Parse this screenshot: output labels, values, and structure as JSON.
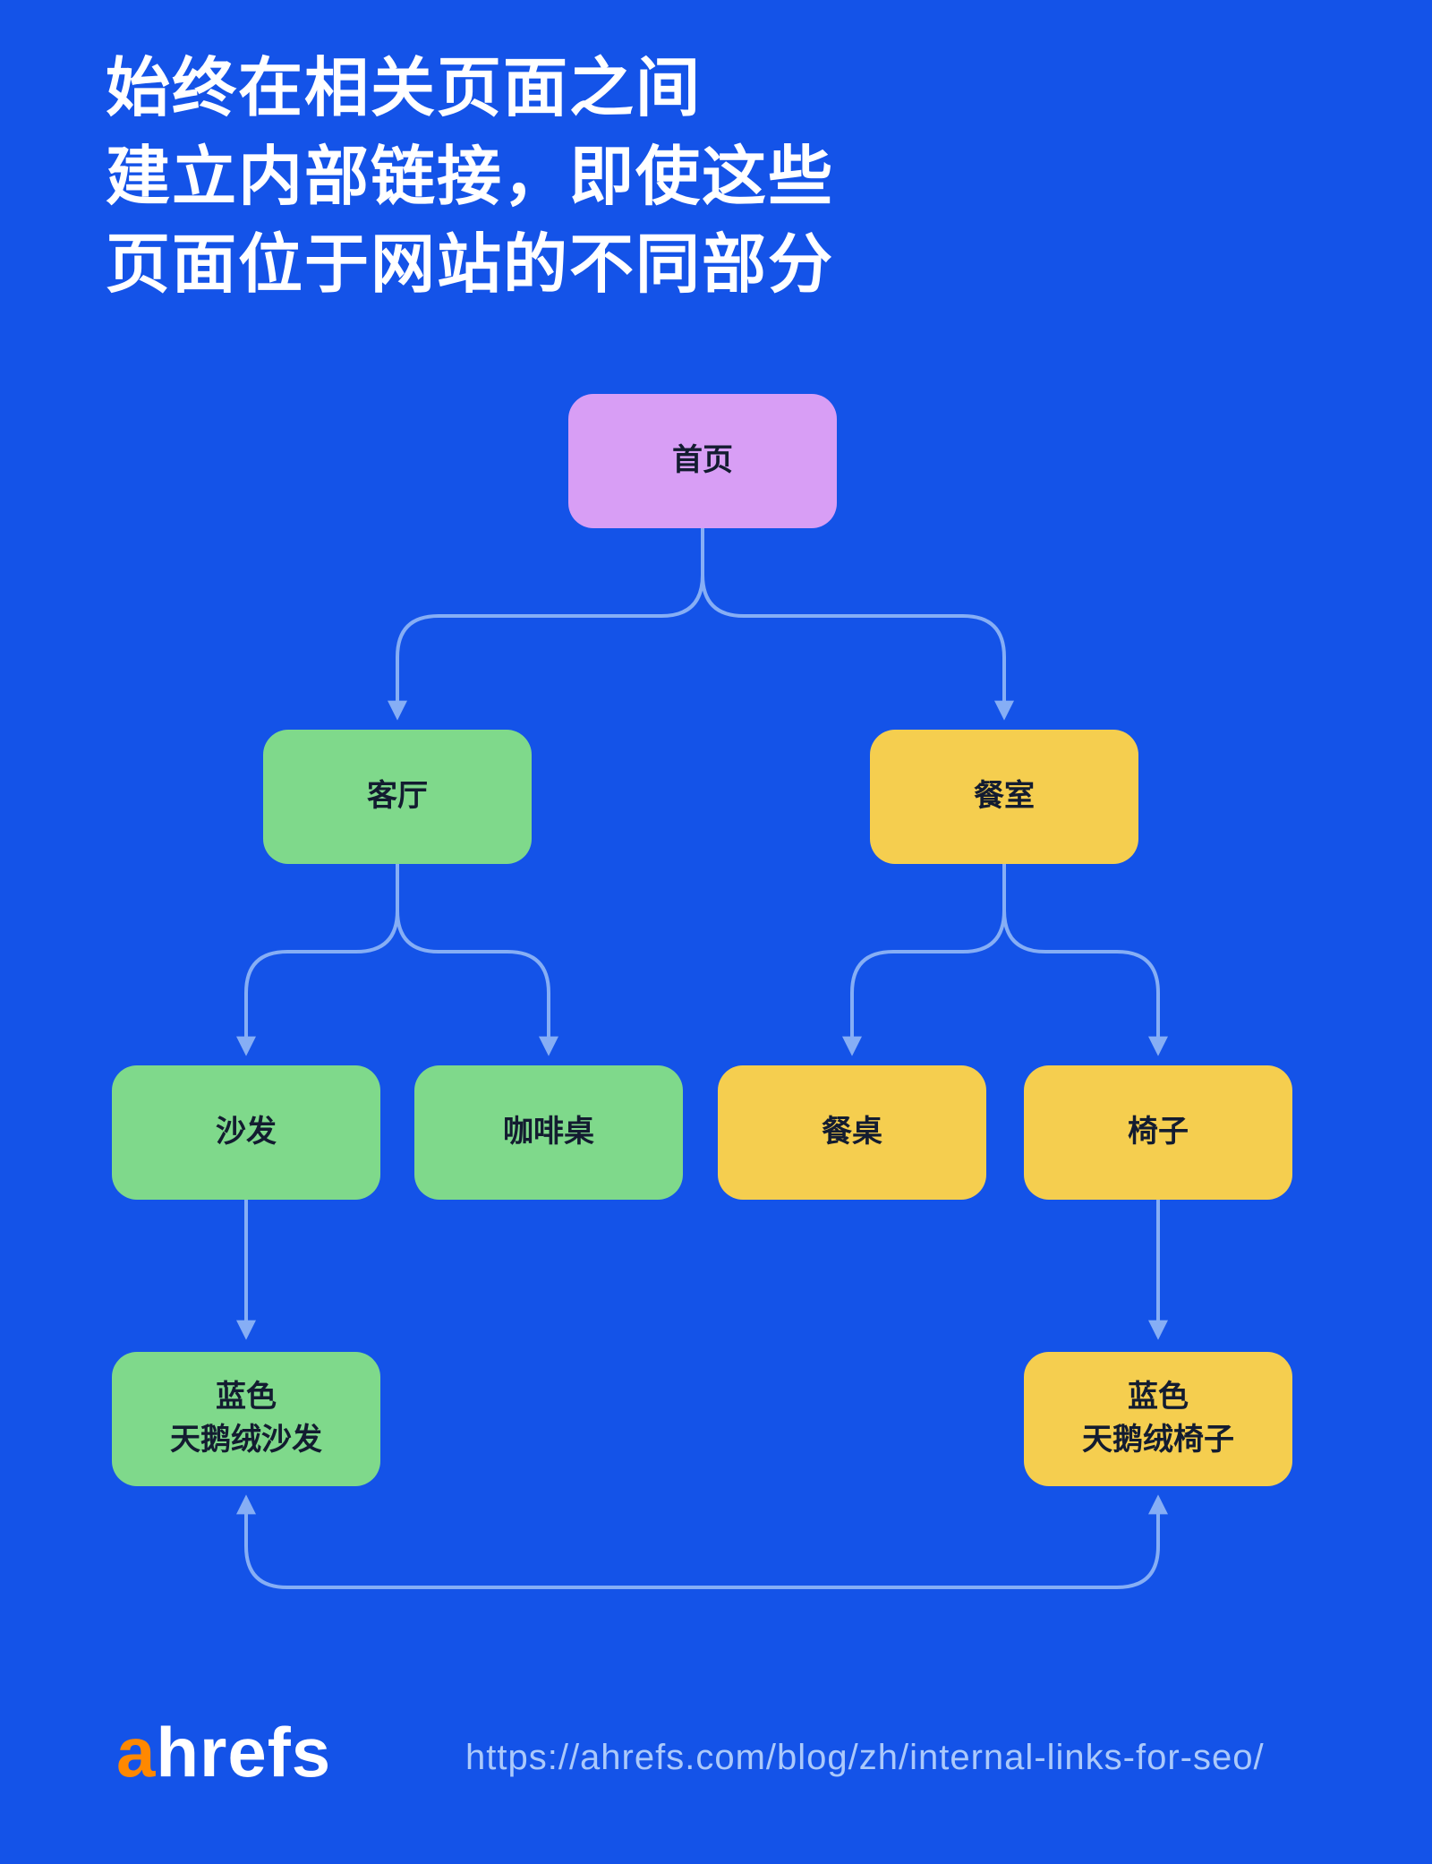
{
  "title": {
    "line1": "始终在相关页面之间",
    "line2": "建立内部链接，即使这些",
    "line3": "页面位于网站的不同部分"
  },
  "diagram": {
    "nodes": {
      "homepage": {
        "label": "首页"
      },
      "living_room": {
        "label": "客厅"
      },
      "dining_room": {
        "label": "餐室"
      },
      "sofa": {
        "label": "沙发"
      },
      "coffee_table": {
        "label": "咖啡桌"
      },
      "dining_table": {
        "label": "餐桌"
      },
      "chair": {
        "label": "椅子"
      },
      "blue_velvet_sofa": {
        "line1": "蓝色",
        "line2": "天鹅绒沙发"
      },
      "blue_velvet_chair": {
        "line1": "蓝色",
        "line2": "天鹅绒椅子"
      }
    },
    "edges": [
      {
        "from": "首页",
        "to": "客厅"
      },
      {
        "from": "首页",
        "to": "餐室"
      },
      {
        "from": "客厅",
        "to": "沙发"
      },
      {
        "from": "客厅",
        "to": "咖啡桌"
      },
      {
        "from": "餐室",
        "to": "餐桌"
      },
      {
        "from": "餐室",
        "to": "椅子"
      },
      {
        "from": "沙发",
        "to": "蓝色天鹅绒沙发"
      },
      {
        "from": "椅子",
        "to": "蓝色天鹅绒椅子"
      },
      {
        "from": "蓝色天鹅绒沙发",
        "to": "蓝色天鹅绒椅子",
        "bidirectional": true
      }
    ],
    "colors": {
      "background": "#1453e8",
      "node_homepage": "#d89ef5",
      "node_living_branch": "#7fd98b",
      "node_dining_branch": "#f5ce4f",
      "connector": "#86aef5",
      "node_text": "#131c30",
      "title_text": "#ffffff",
      "url_text": "#abc9fb",
      "logo_accent": "#ff8800"
    }
  },
  "footer": {
    "logo_a": "a",
    "logo_rest": "hrefs",
    "url": "https://ahrefs.com/blog/zh/internal-links-for-seo/"
  }
}
